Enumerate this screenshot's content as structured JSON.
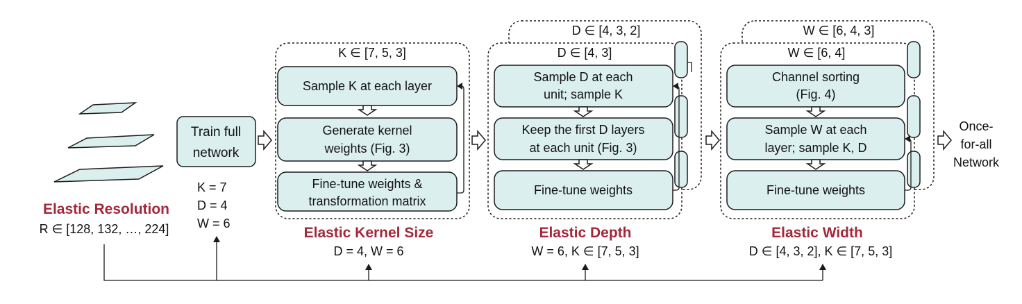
{
  "colors": {
    "stage_fill": "#dcefef",
    "stage_title": "#a3283a",
    "stroke": "#1a1a1a"
  },
  "resolution": {
    "title": "Elastic Resolution",
    "range": "R ∈ [128, 132, …, 224]"
  },
  "train_full": {
    "line1": "Train full",
    "line2": "network",
    "k": "K = 7",
    "d": "D = 4",
    "w": "W = 6"
  },
  "kernel": {
    "header": "K ∈ [7, 5, 3]",
    "box1": "Sample K at each layer",
    "box2_line1": "Generate kernel",
    "box2_line2": "weights (Fig. 3)",
    "box3_line1": "Fine-tune weights &",
    "box3_line2": "transformation matrix",
    "title": "Elastic Kernel Size",
    "subtitle": "D = 4, W = 6"
  },
  "depth": {
    "header_back": "D ∈ [4, 3, 2]",
    "header": "D ∈ [4, 3]",
    "box1_line1": "Sample D at each",
    "box1_line2": "unit; sample K",
    "box2_line1": "Keep the first D layers",
    "box2_line2": "at each unit (Fig. 3)",
    "box3": "Fine-tune weights",
    "title": "Elastic Depth",
    "subtitle": "W = 6, K ∈ [7, 5, 3]"
  },
  "width": {
    "header_back": "W ∈ [6, 4, 3]",
    "header": "W ∈ [6, 4]",
    "box1_line1": "Channel sorting",
    "box1_line2": "(Fig. 4)",
    "box2_line1": "Sample W at each",
    "box2_line2": "layer; sample K, D",
    "box3": "Fine-tune weights",
    "title": "Elastic Width",
    "subtitle": "D ∈ [4, 3, 2], K ∈ [7, 5, 3]"
  },
  "output": {
    "line1": "Once-",
    "line2": "for-all",
    "line3": "Network"
  }
}
